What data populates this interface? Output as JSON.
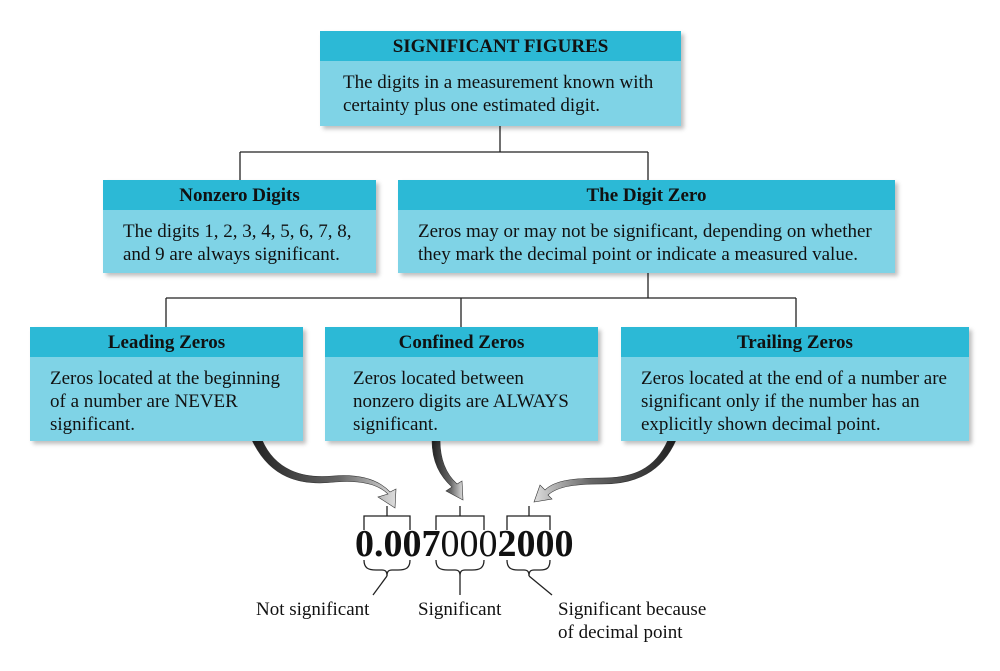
{
  "top": {
    "title": "SIGNIFICANT FIGURES",
    "line1": "The digits in a measurement known with",
    "line2": "certainty plus one estimated digit."
  },
  "nonzero": {
    "title": "Nonzero Digits",
    "line1": "The digits 1, 2, 3, 4, 5, 6, 7, 8,",
    "line2": "and 9 are always significant."
  },
  "zero": {
    "title": "The Digit Zero",
    "line1": "Zeros may or may not be significant, depending on whether",
    "line2": "they mark the decimal point or indicate a measured value."
  },
  "leading": {
    "title": "Leading Zeros",
    "line1": "Zeros located at the beginning",
    "line2": "of a number are NEVER",
    "line3": "significant."
  },
  "confined": {
    "title": "Confined Zeros",
    "line1": "Zeros located between",
    "line2": "nonzero digits are ALWAYS",
    "line3": "significant."
  },
  "trailing": {
    "title": "Trailing Zeros",
    "line1": "Zeros located at the end of a number are",
    "line2": "significant only if the number has an",
    "line3": "explicitly shown decimal point."
  },
  "example": {
    "leading_part": "0.00",
    "middle_part": "7",
    "confined_part": "000",
    "nonzero_part": "2",
    "trailing_part": "000"
  },
  "labels": {
    "not_significant": "Not significant",
    "significant": "Significant",
    "significant_because_1": "Significant because",
    "significant_because_2": "of decimal point"
  },
  "colors": {
    "header": "#2cb9d6",
    "body": "#7fd3e6"
  }
}
